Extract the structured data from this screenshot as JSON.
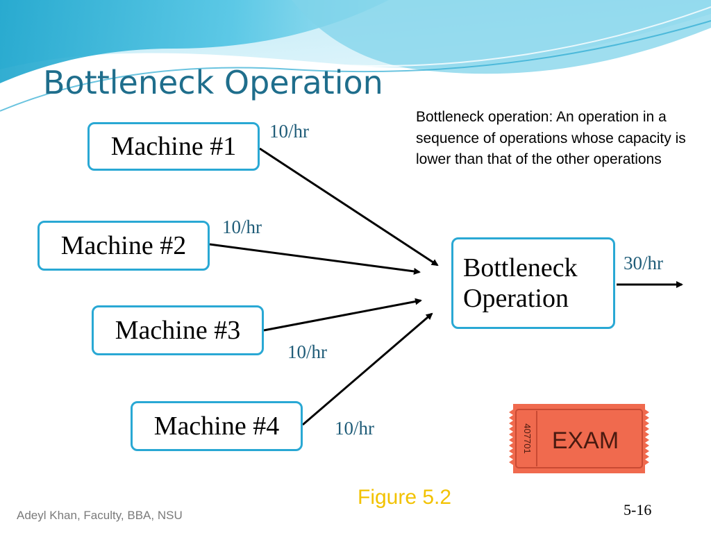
{
  "slide": {
    "title": "Bottleneck Operation",
    "definition": "Bottleneck operation: An operation in a sequence of operations whose capacity is lower than that of the other operations",
    "figure_label": "Figure 5.2",
    "footer": "Adeyl Khan, Faculty, BBA, NSU",
    "page_number": "5-16"
  },
  "diagram": {
    "machines": [
      {
        "label": "Machine #1",
        "rate": "10/hr"
      },
      {
        "label": "Machine #2",
        "rate": "10/hr"
      },
      {
        "label": "Machine #3",
        "rate": "10/hr"
      },
      {
        "label": "Machine #4",
        "rate": "10/hr"
      }
    ],
    "bottleneck": {
      "line1": "Bottleneck",
      "line2": "Operation",
      "output_rate": "30/hr"
    }
  },
  "exam_ticket": {
    "text": "EXAM",
    "number": "407701"
  },
  "colors": {
    "title": "#1f6e8c",
    "box_border": "#29a8d4",
    "rate_text": "#1f5c78",
    "figure_label": "#f2c200",
    "ticket": "#f06a4e"
  },
  "icons": {
    "exam": "exam-ticket-icon"
  }
}
